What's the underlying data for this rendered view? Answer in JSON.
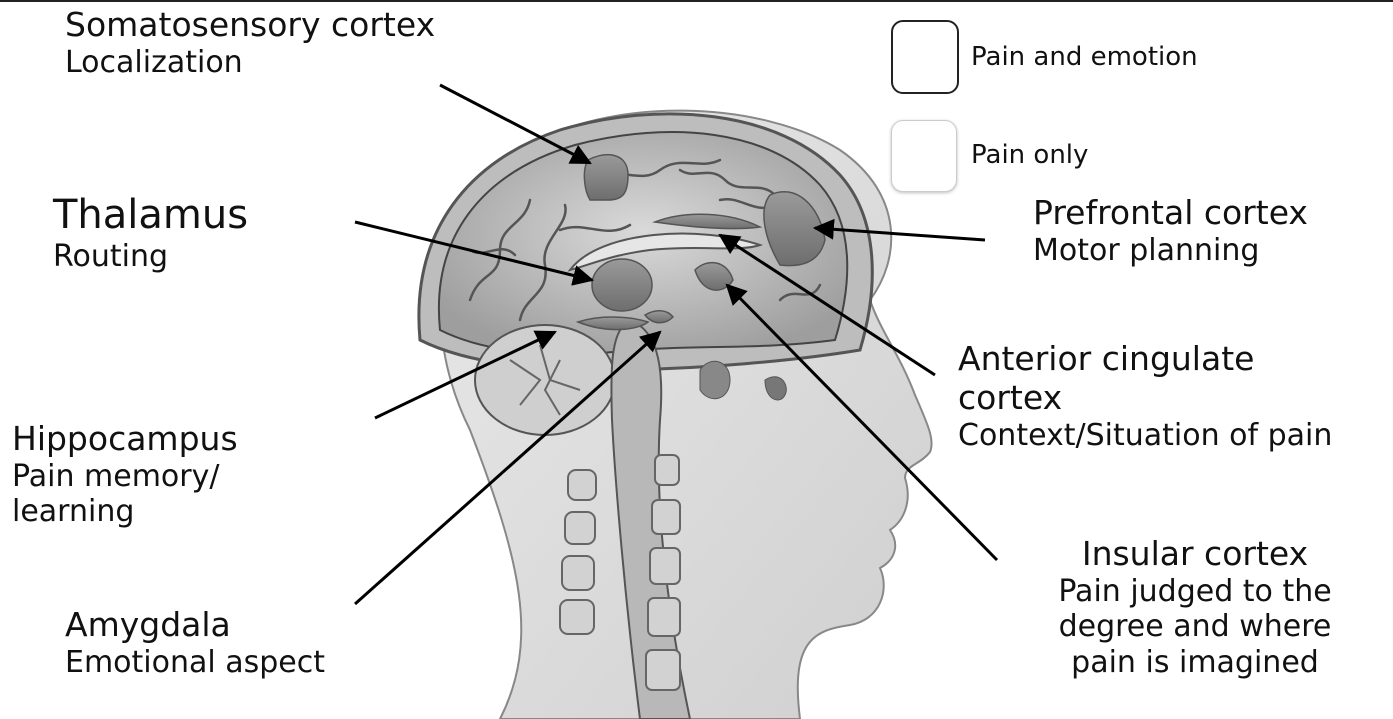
{
  "legend": {
    "items": [
      {
        "label": "Pain and emotion",
        "style": "outlined"
      },
      {
        "label": "Pain only",
        "style": "shaded"
      }
    ]
  },
  "labels": {
    "somatosensory": {
      "title": "Somatosensory cortex",
      "sub": "Localization"
    },
    "thalamus": {
      "title": "Thalamus",
      "sub": "Routing"
    },
    "hippocampus": {
      "title": "Hippocampus",
      "sub1": "Pain memory/",
      "sub2": "learning"
    },
    "amygdala": {
      "title": "Amygdala",
      "sub": "Emotional aspect"
    },
    "prefrontal": {
      "title": "Prefrontal cortex",
      "sub": "Motor planning"
    },
    "cingulate": {
      "title1": "Anterior cingulate",
      "title2": "cortex",
      "sub": "Context/Situation of pain"
    },
    "insular": {
      "title": "Insular cortex",
      "sub1": "Pain judged to the",
      "sub2": "degree and where",
      "sub3": "pain is imagined"
    }
  },
  "colors": {
    "skin": "#dcdcdc",
    "brain": "#c9c9c9",
    "region_fill": "#8a8a8a",
    "arrow": "#000000"
  }
}
